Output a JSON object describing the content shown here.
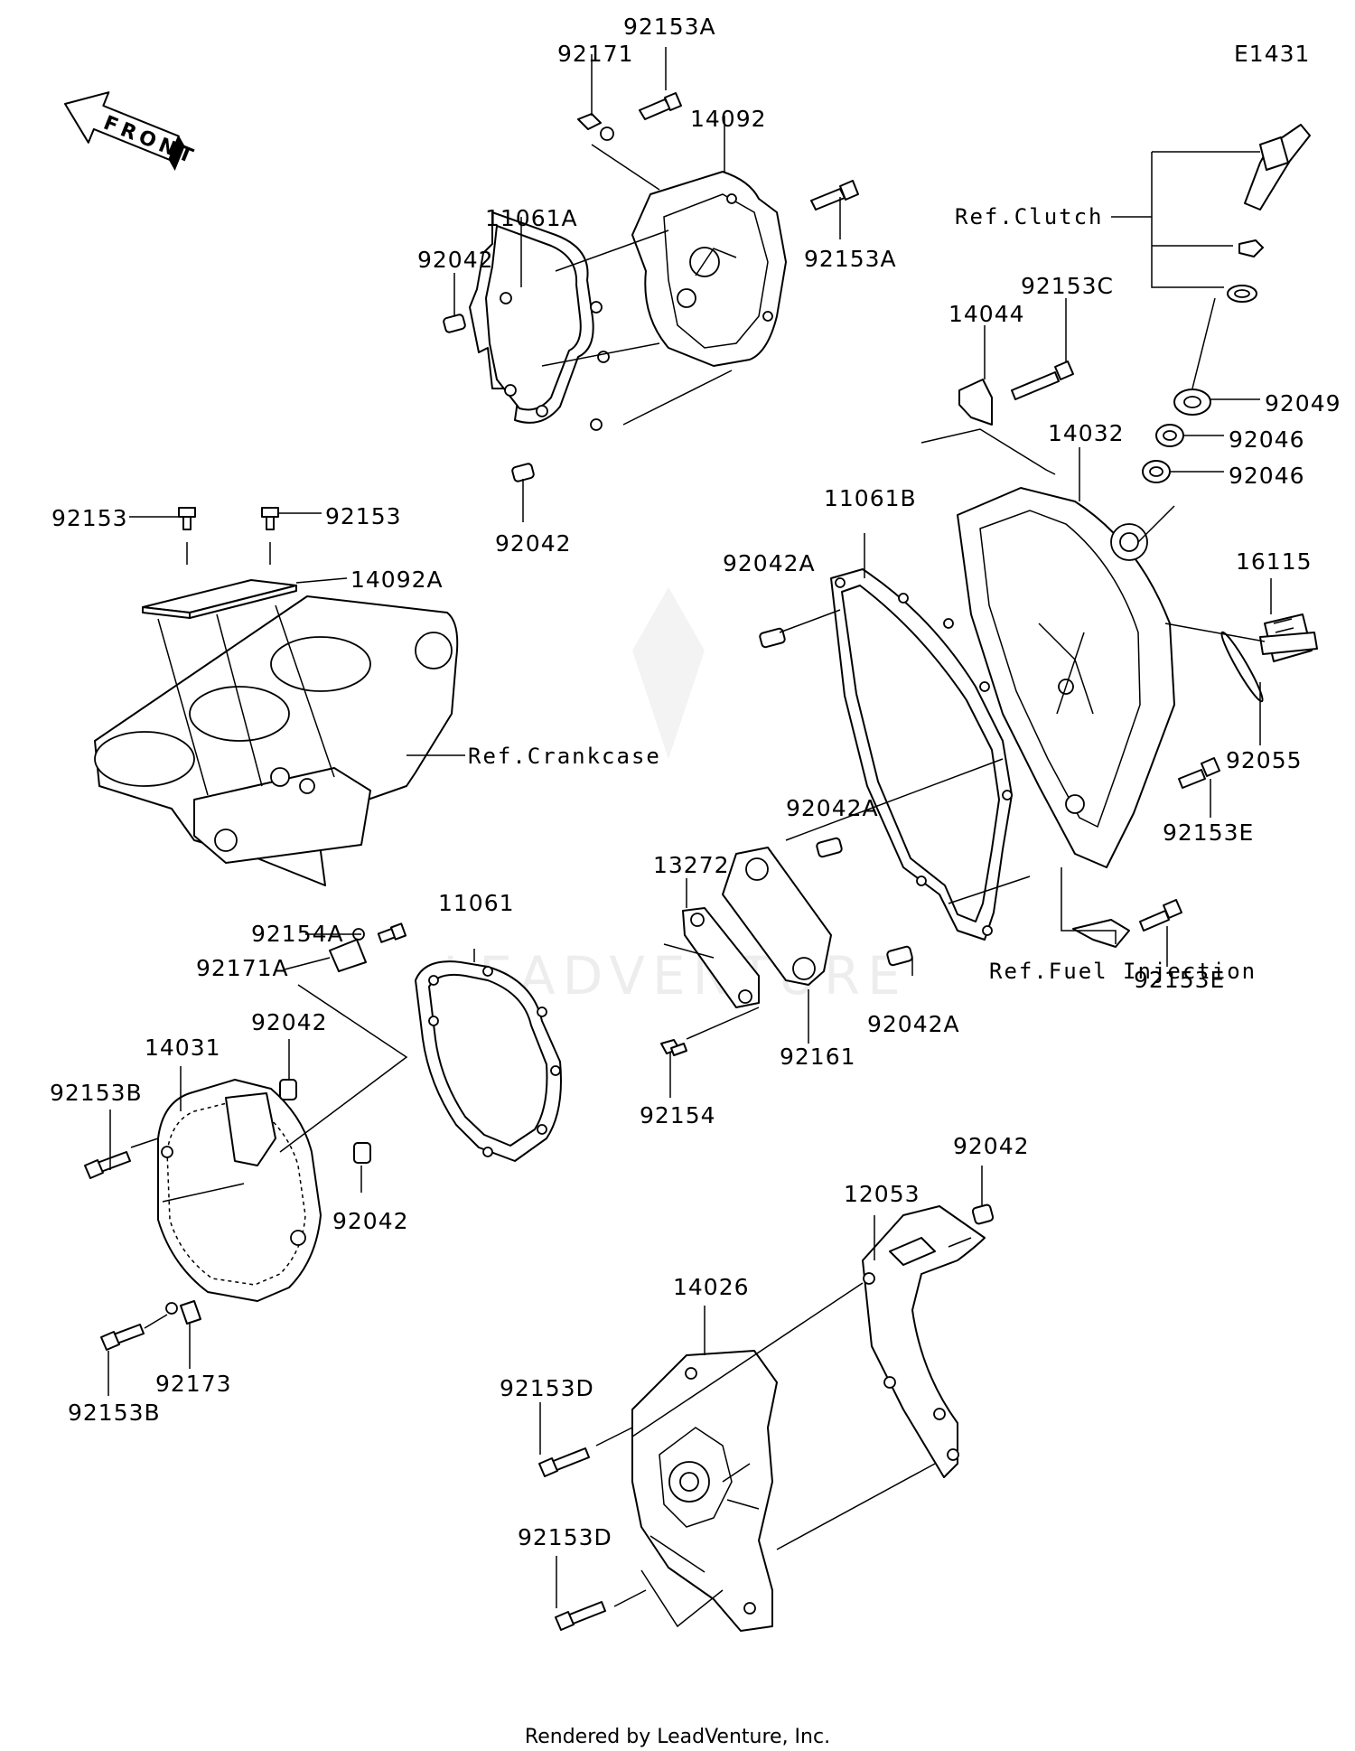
{
  "diagram_id": "E1431",
  "front_arrow_label": "FRONT",
  "watermark": "LEADVENTURE",
  "footer": "Rendered by LeadVenture, Inc.",
  "references": {
    "clutch": "Ref.Clutch",
    "crankcase": "Ref.Crankcase",
    "fuel_injection": "Ref.Fuel Injection"
  },
  "labels": {
    "p92153A_top": "92153A",
    "p92171": "92171",
    "p14092": "14092",
    "p11061A": "11061A",
    "p92042_a": "92042",
    "p92153A_right": "92153A",
    "p92042_b": "92042",
    "p92153_left": "92153",
    "p92153_right": "92153",
    "p14092A": "14092A",
    "p14044": "14044",
    "p92153C": "92153C",
    "p92049": "92049",
    "p92046_a": "92046",
    "p92046_b": "92046",
    "p14032": "14032",
    "p11061B": "11061B",
    "p92042A_a": "92042A",
    "p16115": "16115",
    "p92055": "92055",
    "p92042A_b": "92042A",
    "p92153E_a": "92153E",
    "p13272": "13272",
    "p92153E_b": "92153E",
    "p11061": "11061",
    "p92154A": "92154A",
    "p92171A": "92171A",
    "p92042_c": "92042",
    "p14031": "14031",
    "p92153B_a": "92153B",
    "p92042_d": "92042",
    "p92173": "92173",
    "p92153B_b": "92153B",
    "p92154": "92154",
    "p92161": "92161",
    "p92042A_c": "92042A",
    "p92042_e": "92042",
    "p12053": "12053",
    "p14026": "14026",
    "p92153D_a": "92153D",
    "p92153D_b": "92153D"
  }
}
